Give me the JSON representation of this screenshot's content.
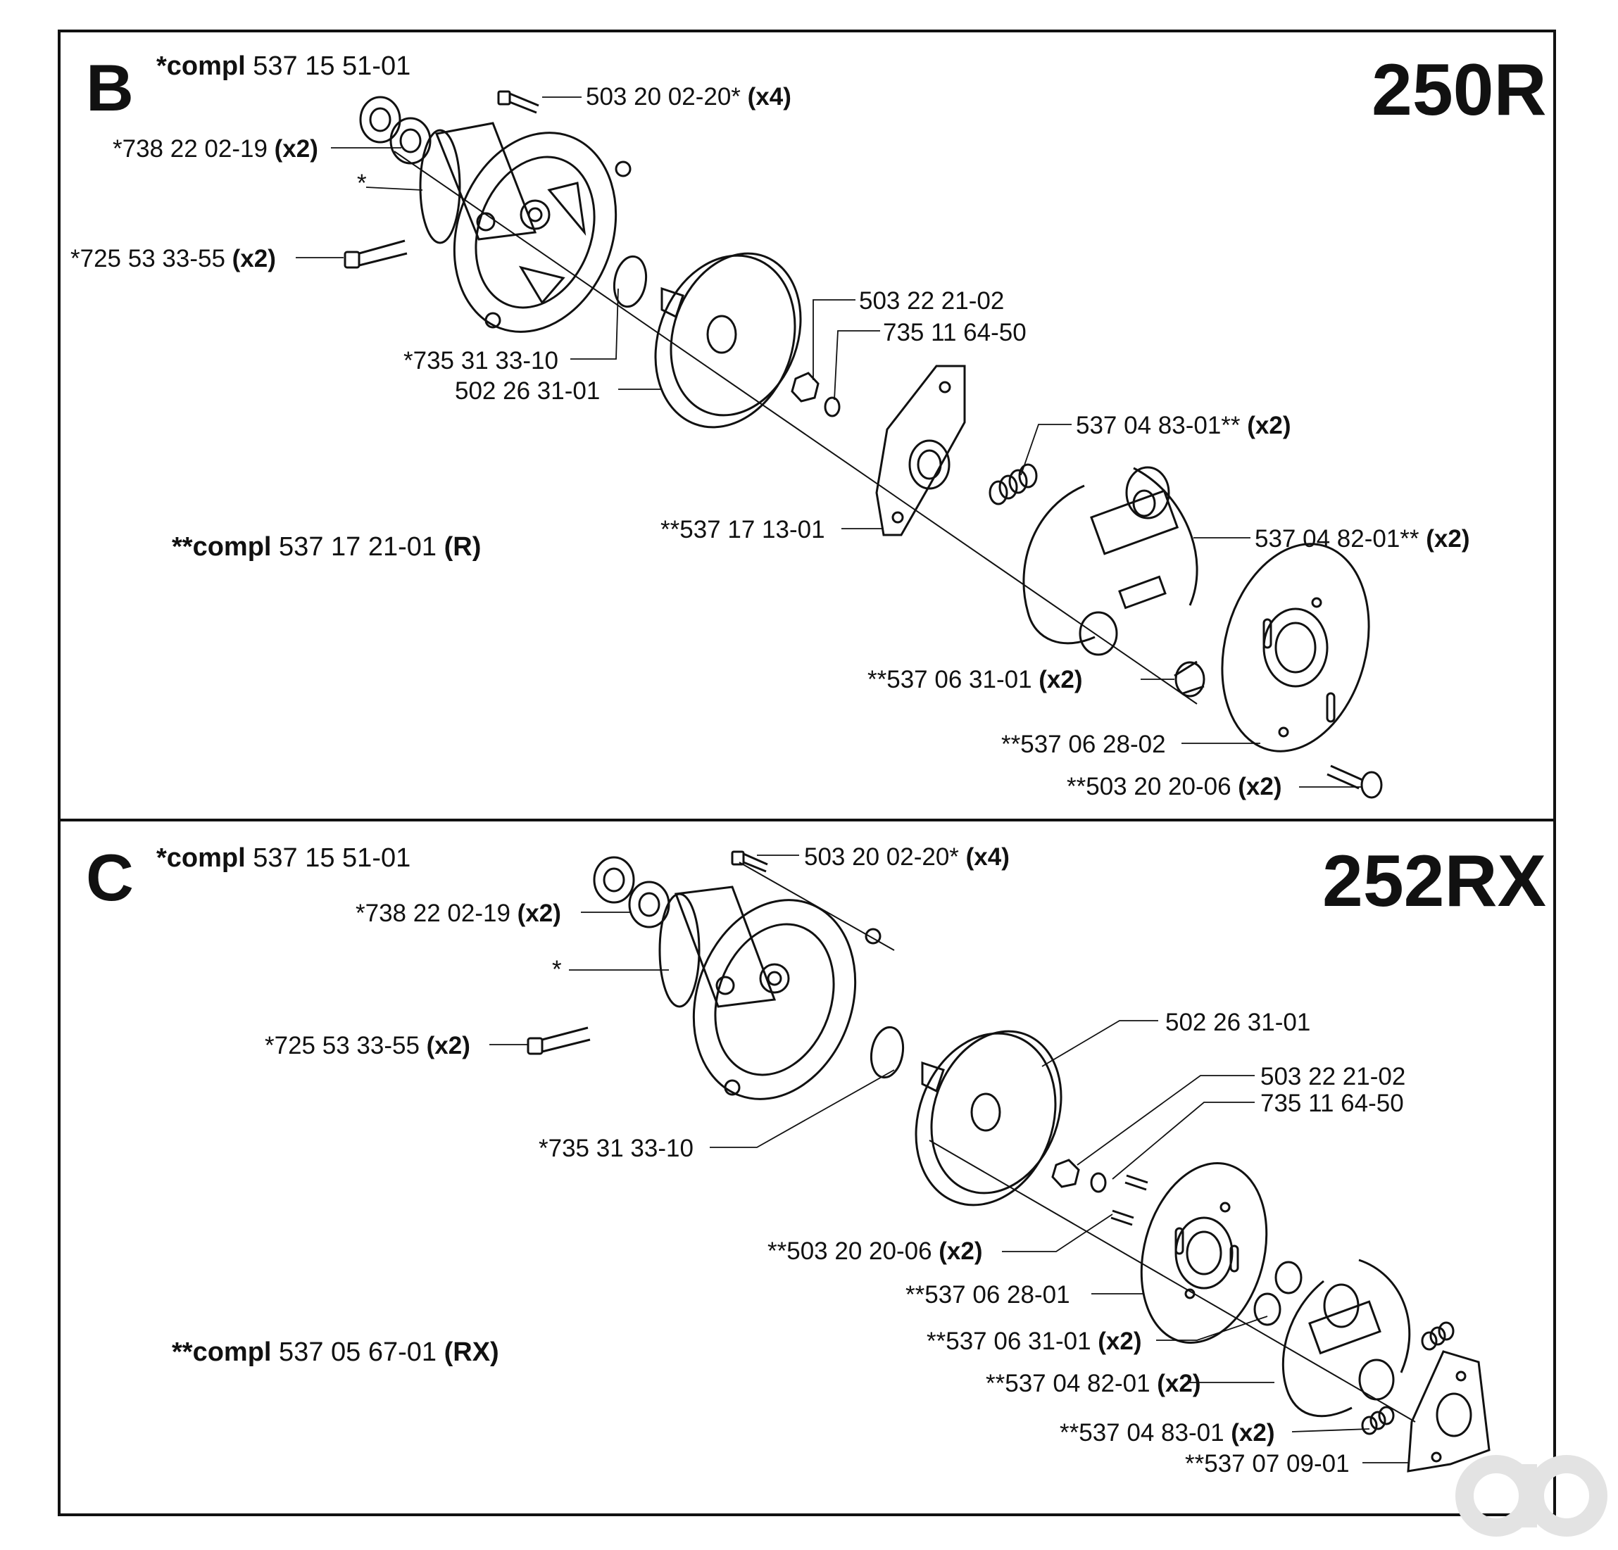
{
  "panels": [
    {
      "letter": "B",
      "model": "250R",
      "assembly_prefix": "*compl",
      "assembly_number": "537 15 51-01",
      "kit_prefix": "**compl",
      "kit_number": "537 17 21-01",
      "kit_variant": "(R)",
      "labels": [
        {
          "part": "503 20 02-20*",
          "qty": "(x4)"
        },
        {
          "part": "*738 22 02-19",
          "qty": "(x2)"
        },
        {
          "part": "*",
          "qty": ""
        },
        {
          "part": "*725 53 33-55",
          "qty": "(x2)"
        },
        {
          "part": "503 22 21-02",
          "qty": ""
        },
        {
          "part": "735 11 64-50",
          "qty": ""
        },
        {
          "part": "*735 31 33-10",
          "qty": ""
        },
        {
          "part": "502 26 31-01",
          "qty": ""
        },
        {
          "part": "537 04 83-01**",
          "qty": "(x2)"
        },
        {
          "part": "**537 17 13-01",
          "qty": ""
        },
        {
          "part": "537 04 82-01**",
          "qty": "(x2)"
        },
        {
          "part": "**537 06 31-01",
          "qty": "(x2)"
        },
        {
          "part": "**537 06 28-02",
          "qty": ""
        },
        {
          "part": "**503 20 20-06",
          "qty": "(x2)"
        }
      ]
    },
    {
      "letter": "C",
      "model": "252RX",
      "assembly_prefix": "*compl",
      "assembly_number": "537 15 51-01",
      "kit_prefix": "**compl",
      "kit_number": "537 05 67-01",
      "kit_variant": "(RX)",
      "labels": [
        {
          "part": "503 20 02-20*",
          "qty": "(x4)"
        },
        {
          "part": "*738 22 02-19",
          "qty": "(x2)"
        },
        {
          "part": "*",
          "qty": ""
        },
        {
          "part": "*725 53 33-55",
          "qty": "(x2)"
        },
        {
          "part": "502 26 31-01",
          "qty": ""
        },
        {
          "part": "503 22 21-02",
          "qty": ""
        },
        {
          "part": "735 11 64-50",
          "qty": ""
        },
        {
          "part": "*735 31 33-10",
          "qty": ""
        },
        {
          "part": "**503 20 20-06",
          "qty": "(x2)"
        },
        {
          "part": "**537 06 28-01",
          "qty": ""
        },
        {
          "part": "**537 06 31-01",
          "qty": "(x2)"
        },
        {
          "part": "**537 04 82-01",
          "qty": "(x2)"
        },
        {
          "part": "**537 04 83-01",
          "qty": "(x2)"
        },
        {
          "part": "**537 07 09-01",
          "qty": ""
        }
      ]
    }
  ]
}
